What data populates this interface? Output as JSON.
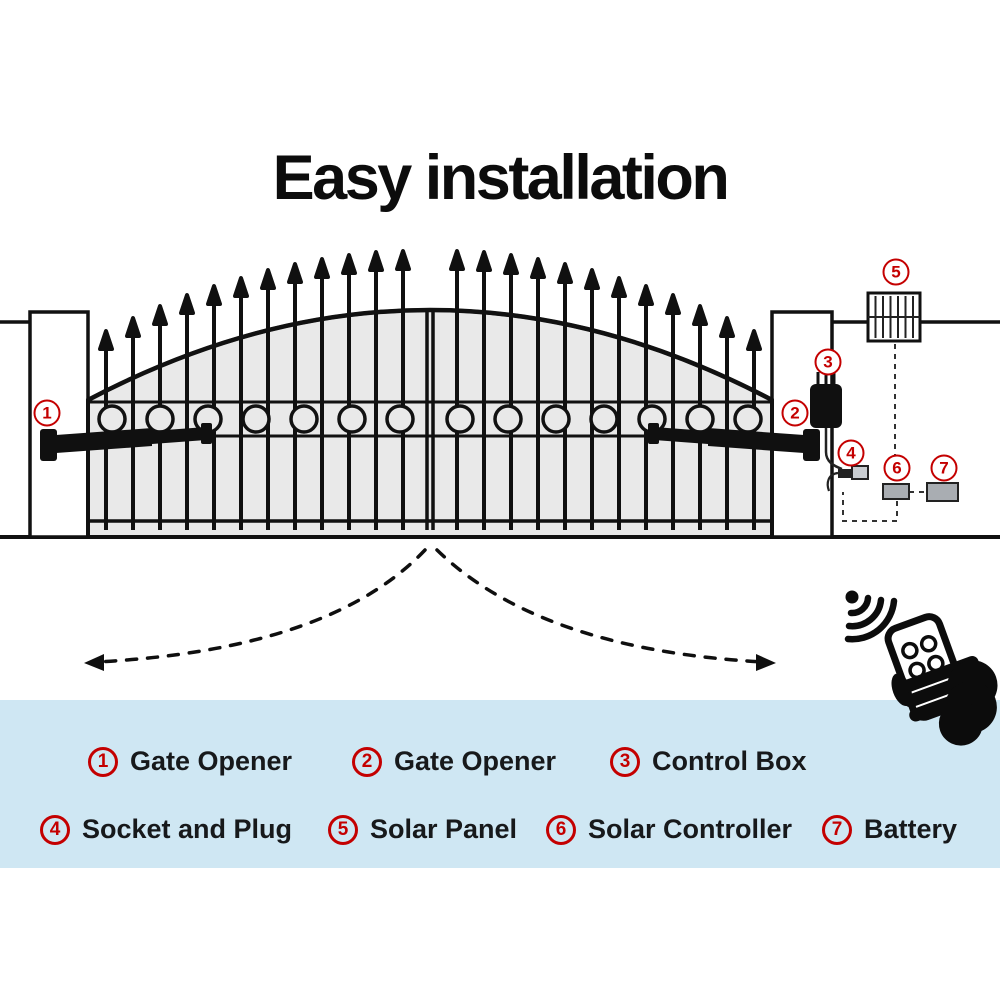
{
  "title": "Easy installation",
  "colors": {
    "accent_red": "#c40000",
    "legend_bg": "#cfe7f3",
    "gate_fill": "#e9e9e9",
    "part_grey": "#a9adb2",
    "ink": "#111111"
  },
  "callouts": [
    {
      "num": "1"
    },
    {
      "num": "2"
    },
    {
      "num": "3"
    },
    {
      "num": "4"
    },
    {
      "num": "5"
    },
    {
      "num": "6"
    },
    {
      "num": "7"
    }
  ],
  "legend": {
    "items": [
      {
        "num": "1",
        "label": "Gate Opener"
      },
      {
        "num": "2",
        "label": "Gate Opener"
      },
      {
        "num": "3",
        "label": "Control Box"
      },
      {
        "num": "4",
        "label": "Socket and Plug"
      },
      {
        "num": "5",
        "label": "Solar Panel"
      },
      {
        "num": "6",
        "label": "Solar Controller"
      },
      {
        "num": "7",
        "label": "Battery"
      }
    ]
  }
}
